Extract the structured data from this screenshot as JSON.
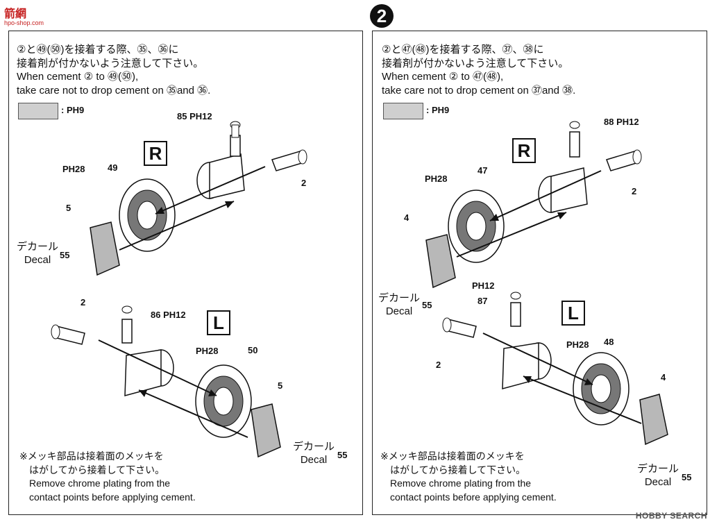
{
  "site_logo": "箭​網",
  "site_logo_sub": "hpo-shop.com",
  "step_number": "2",
  "panels": [
    {
      "instr": [
        "②と㊾(㊿)を接着する際、㉟、㊱に",
        "接着剤が付かないよう注意して下さい。",
        "When cement ② to ㊾(㊿),",
        "take care not to drop cement on ㉟and ㊱."
      ],
      "legend_code": "PH9",
      "legend_label_prefix": ":",
      "top": {
        "side": "R",
        "ph_part": "PH12",
        "ph_disc": "PH28",
        "disc": "49",
        "caliper": "5",
        "hub": "85",
        "shaft": "2",
        "decal_jp": "デカール",
        "decal_en": "Decal",
        "decal_num": "55"
      },
      "bottom": {
        "side": "L",
        "ph_part": "PH12",
        "ph_disc": "PH28",
        "disc": "50",
        "caliper": "5",
        "hub": "86",
        "shaft": "2",
        "decal_jp": "デカール",
        "decal_en": "Decal",
        "decal_num": "55"
      },
      "note": [
        "※メッキ部品は接着面のメッキを",
        "はがしてから接着して下さい。",
        "Remove chrome plating from the",
        "contact points before applying cement."
      ]
    },
    {
      "instr": [
        "②と㊼(㊽)を接着する際、㊲、㊳に",
        "接着剤が付かないよう注意して下さい。",
        "When cement ② to ㊼(㊽),",
        "take care not to drop cement on ㊲and ㊳."
      ],
      "legend_code": "PH9",
      "legend_label_prefix": ":",
      "top": {
        "side": "R",
        "ph_part": "PH12",
        "ph_disc": "PH28",
        "disc": "47",
        "caliper": "4",
        "hub": "88",
        "shaft": "2",
        "decal_jp": "デカール",
        "decal_en": "Decal",
        "decal_num": "55"
      },
      "bottom": {
        "side": "L",
        "ph_part": "PH12",
        "ph_disc": "PH28",
        "disc": "48",
        "caliper": "4",
        "hub": "87",
        "shaft": "2",
        "decal_jp": "デカール",
        "decal_en": "Decal",
        "decal_num": "55"
      },
      "note": [
        "※メッキ部品は接着面のメッキを",
        "はがしてから接着して下さい。",
        "Remove chrome plating from the",
        "contact points before applying cement."
      ]
    }
  ],
  "watermark": "HOBBY SEARCH"
}
